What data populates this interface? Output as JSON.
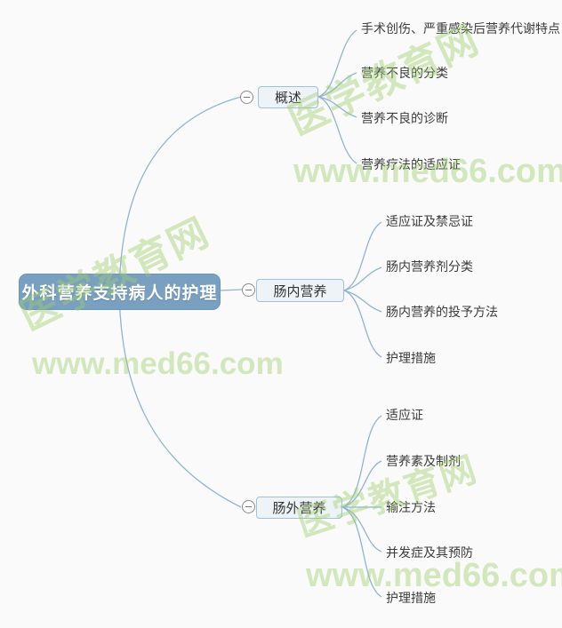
{
  "app": {
    "background_color": "#fafafa",
    "line_color": "#8fb3d6"
  },
  "watermark": {
    "site_name": "医学教育网",
    "site_url": "www.med66.com",
    "color": "#cde6b0"
  },
  "mindmap": {
    "root": {
      "label": "外科营养支持病人的护理",
      "fill_color": "#7aa0c1",
      "text_color": "#ffffff"
    },
    "branch_fill_color": "#eef3f7",
    "branch_border_color": "#9fc0da",
    "collapse_icon_glyph": "minus",
    "branches": [
      {
        "label": "概述",
        "children": [
          "手术创伤、严重感染后营养代谢特点",
          "营养不良的分类",
          "营养不良的诊断",
          "营养疗法的适应证"
        ]
      },
      {
        "label": "肠内营养",
        "children": [
          "适应证及禁忌证",
          "肠内营养剂分类",
          "肠内营养的投予方法",
          "护理措施"
        ]
      },
      {
        "label": "肠外营养",
        "children": [
          "适应证",
          "营养素及制剂",
          "输注方法",
          "并发症及其预防",
          "护理措施"
        ]
      }
    ]
  }
}
